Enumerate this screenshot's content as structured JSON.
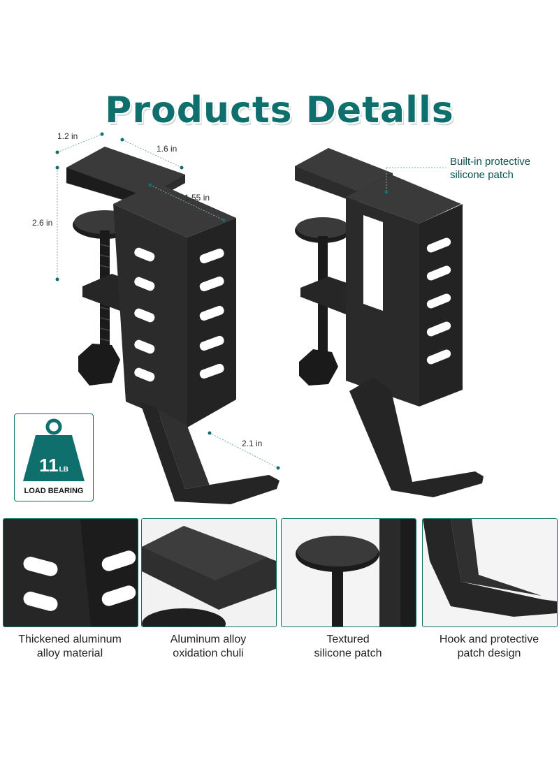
{
  "title": "Products Detalls",
  "dimensions": {
    "width_top": "1.2 in",
    "depth_top": "1.6 in",
    "inner_width": "1.55 in",
    "height": "2.6 in",
    "hook_length": "2.1 in"
  },
  "callout": {
    "line1": "Built-in protective",
    "line2": "silicone patch"
  },
  "badge": {
    "weight_value": "11",
    "weight_unit": "LB",
    "label": "LOAD BEARING"
  },
  "features": [
    {
      "line1": "Thickened aluminum",
      "line2": "alloy material"
    },
    {
      "line1": "Aluminum alloy",
      "line2": "oxidation chuli"
    },
    {
      "line1": "Textured",
      "line2": "silicone patch"
    },
    {
      "line1": "Hook and protective",
      "line2": "patch design"
    }
  ],
  "colors": {
    "accent": "#0f6f6c",
    "metal": "#2a2a2a",
    "metal_dark": "#161616",
    "metal_light": "#3c3c3c"
  }
}
